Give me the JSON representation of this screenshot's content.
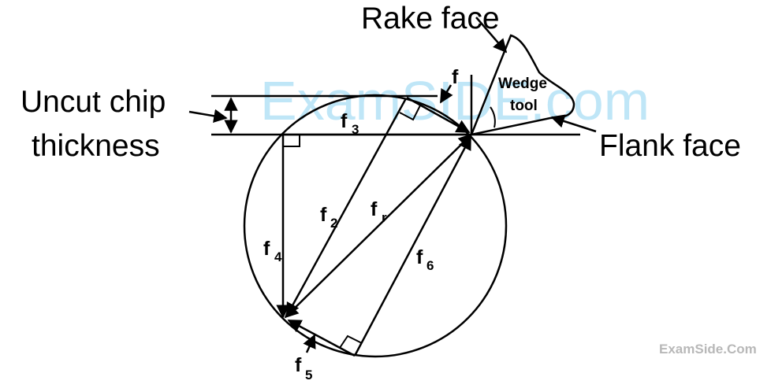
{
  "labels": {
    "rake_face": "Rake face",
    "flank_face": "Flank face",
    "uncut_line1": "Uncut chip",
    "uncut_line2": "thickness",
    "wedge_line1": "Wedge",
    "wedge_line2": "tool",
    "f": "f",
    "f2": "f",
    "f2_sub": "2",
    "f3": "f",
    "f3_sub": "3",
    "f4": "f",
    "f4_sub": "4",
    "f5": "f",
    "f5_sub": "5",
    "f6": "f",
    "f6_sub": "6",
    "fr": "f",
    "fr_sub": "r"
  },
  "watermark": {
    "center": "ExamSIDE.com",
    "corner": "ExamSide.Com"
  },
  "colors": {
    "ink": "#000000",
    "watermark": "#bfe6f7"
  }
}
